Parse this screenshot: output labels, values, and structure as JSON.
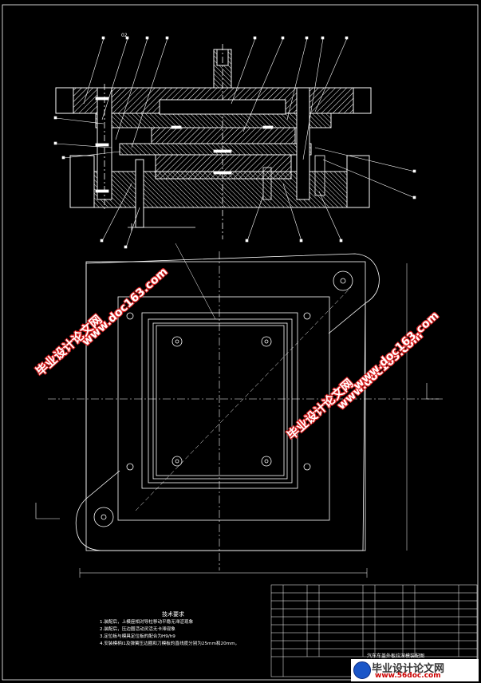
{
  "drawing": {
    "part_label_top": "02",
    "tech_notes": {
      "title": "技术要求",
      "items": [
        "1.装配后，上模座相对导柱移动平稳无滞涩现象",
        "2.装配后，压边圈活动灵活无卡滞现象",
        "3.定位板与模具定位板的配合为H9/h9",
        "4.安装模柄l1及弹簧压边圈和刀模板的直线度分别为25mm和20mm，"
      ]
    },
    "title_block": {
      "title_text": "汽车车盖外板拉深模装配图"
    }
  },
  "watermarks": [
    {
      "cn": "毕业设计论文网",
      "url": "www.doc163.com"
    },
    {
      "cn": "毕业设计论文网",
      "url": "www.doc163.com"
    },
    {
      "url": "www.doc163.com"
    }
  ],
  "logo": {
    "cn": "毕业设计论文网",
    "url": "www.56doc.com"
  },
  "colors": {
    "background": "#000000",
    "lines": "#ffffff",
    "watermark_outline": "#dd2222",
    "title_block_text": "#ffff66"
  }
}
